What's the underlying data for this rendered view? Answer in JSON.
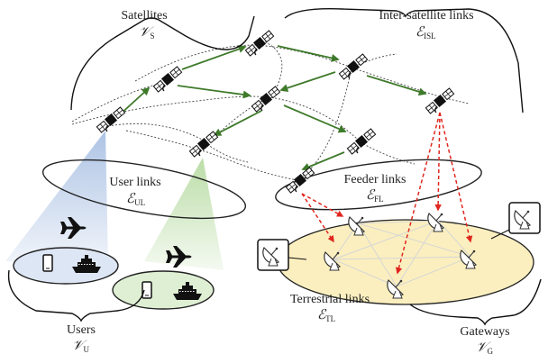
{
  "labels": {
    "satellites": {
      "title": "Satellites",
      "sym": "𝒱",
      "sub": "S"
    },
    "isl": {
      "title": "Inter-satellite links",
      "sym": "ℰ",
      "sub": "ISL"
    },
    "user_links": {
      "title": "User links",
      "sym": "ℰ",
      "sub": "UL"
    },
    "feeder_links": {
      "title": "Feeder links",
      "sym": "ℰ",
      "sub": "FL"
    },
    "terrestrial_links": {
      "title": "Terrestrial links",
      "sym": "ℰ",
      "sub": "TL"
    },
    "users": {
      "title": "Users",
      "sym": "𝒱",
      "sub": "U"
    },
    "gateways": {
      "title": "Gateways",
      "sym": "𝒱",
      "sub": "G"
    }
  },
  "icons": {
    "satellite": "satellite-icon",
    "airplane": "airplane-icon",
    "phone": "phone-icon",
    "ship": "ship-icon",
    "gateway": "gateway-dish-icon"
  },
  "colors": {
    "isl_arrow": "#3e7a2a",
    "feeder_arrow": "#e0261f",
    "user_beam_blue": "#a9c0e3",
    "user_beam_green": "#b7dba2",
    "user_group_blue": "#dde6f4",
    "user_group_green": "#deefd3",
    "terrestrial_area": "#fbefbf",
    "orbit_line": "#444444"
  }
}
